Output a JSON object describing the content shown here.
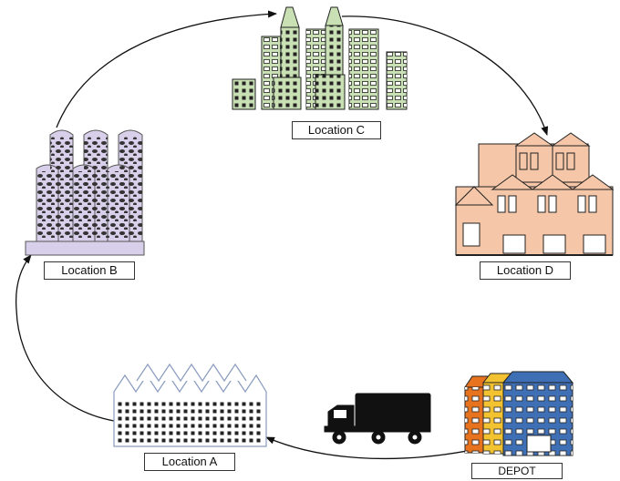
{
  "labels": {
    "location_a": "Location  A",
    "location_b": "Location  B",
    "location_c": "Location  C",
    "location_d": "Location  D",
    "depot": "DEPOT"
  },
  "colors": {
    "location_c_buildings": "#c8e0b4",
    "location_b_towers": "#d8d0ea",
    "location_d_houses": "#f5c6a8",
    "location_a_houses": "#ffffff",
    "depot_orange": "#e8731e",
    "depot_yellow": "#f2c230",
    "depot_blue": "#3f6fb5",
    "truck": "#111111"
  },
  "icons": [
    "building-icon",
    "truck-icon",
    "arrow-icon"
  ]
}
